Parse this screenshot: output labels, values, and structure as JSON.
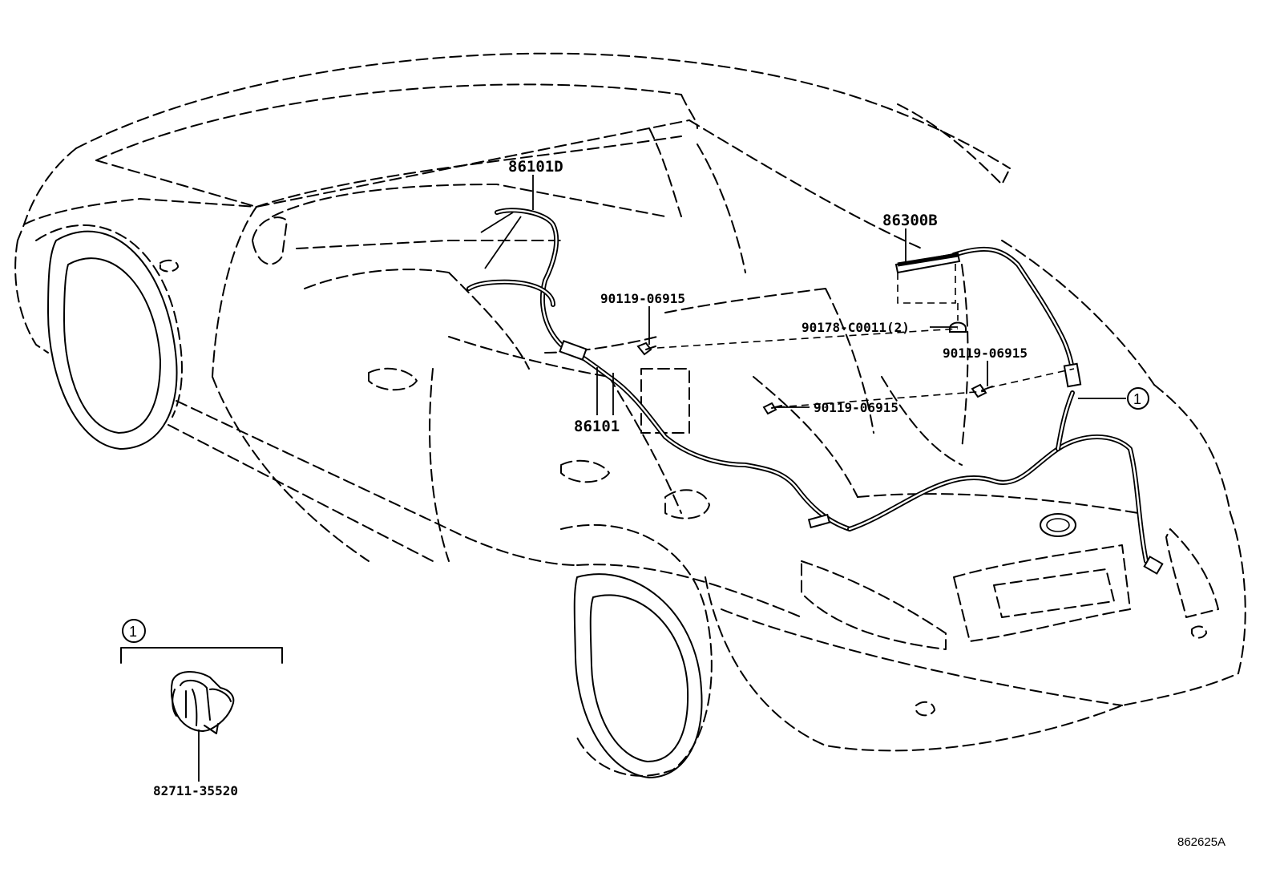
{
  "labels": {
    "p86101D": "86101D",
    "p86300B": "86300B",
    "p86101": "86101",
    "bolt_upper": "90119-06915",
    "clip": "90178-C0011(2)",
    "bolt_right": "90119-06915",
    "bolt_lower": "90119-06915",
    "detail_part": "82711-35520",
    "callout_num": "1",
    "detail_num": "1",
    "diagram_ref": "862625A"
  },
  "icons": [
    "bolt-icon",
    "clip-icon",
    "antenna-amplifier-icon",
    "wire-harness-icon",
    "grommet-icon"
  ]
}
